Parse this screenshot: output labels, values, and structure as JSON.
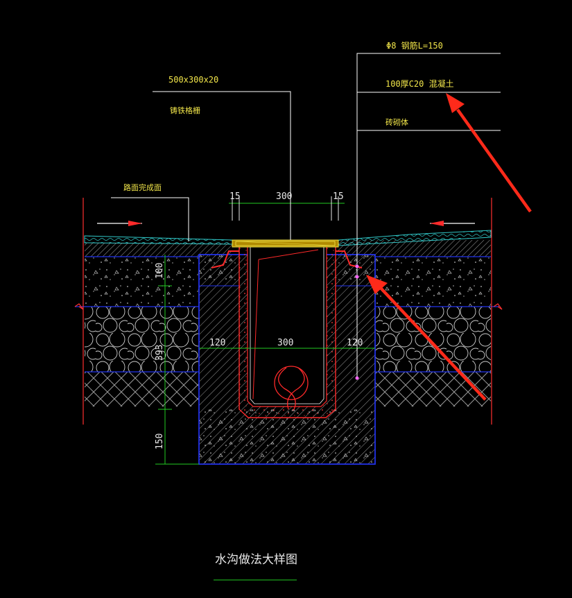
{
  "drawing": {
    "title": "水沟做法大样图",
    "labels": {
      "rebar": "Φ8 钢筋L=150",
      "concrete": "100厚C20 混凝土",
      "masonry": "砖砌体",
      "grate_size": "500x300x20",
      "grate_name": "铸铁格栅",
      "road_surface": "路面完成面"
    },
    "dimensions": {
      "top_left": "15",
      "top_mid": "300",
      "top_right": "15",
      "mid_left": "120",
      "mid_mid": "300",
      "mid_right": "120",
      "vert_100": "100",
      "vert_393": "393",
      "vert_150": "150"
    },
    "colors": {
      "background": "#000000",
      "annotation_text": "#f2e64a",
      "dimension_line": "#22cc22",
      "layer_outline": "#2233ee",
      "rebar_red": "#ff2a2a",
      "leader_white": "#ffffff",
      "surface_cyan": "#30c8c8"
    }
  }
}
